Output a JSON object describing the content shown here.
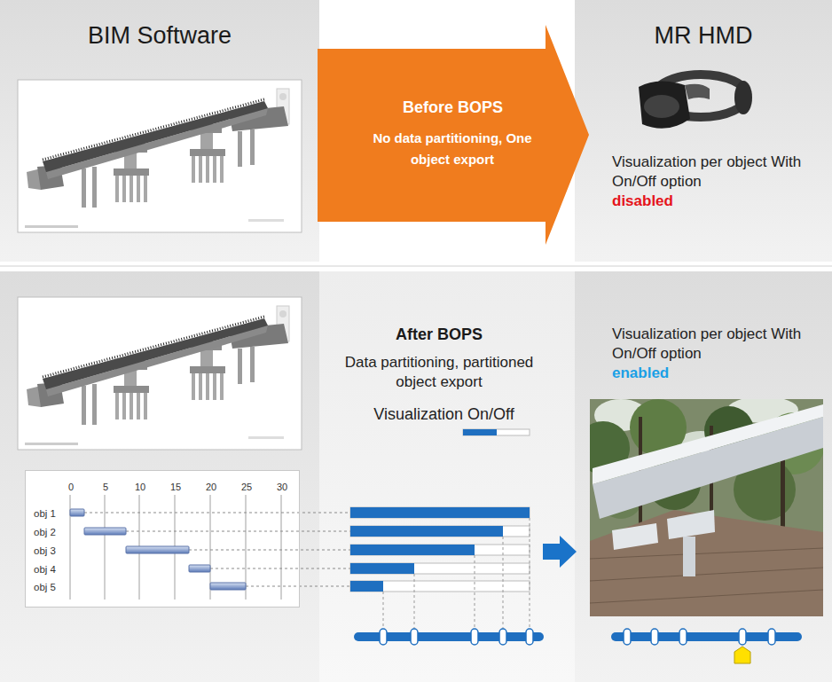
{
  "diagram": {
    "nodes": [
      {
        "text": [
          "BIM Software"
        ]
      },
      {
        "text": [
          "Before BOPS",
          "No data partitioning, One object export"
        ]
      },
      {
        "text": [
          "MR HMD",
          "Visualization per object With On/Off option",
          "disabled"
        ]
      },
      {
        "text": [
          "0",
          "5",
          "10",
          "15",
          "20",
          "25",
          "30",
          "obj 1",
          "obj 2",
          "obj 3",
          "obj 4",
          "obj 5"
        ]
      },
      {
        "text": [
          "Visualization per object With On/Off option",
          "enabled"
        ]
      }
    ],
    "labels": [
      "After BOPS",
      "Data partitioning, partitioned object export",
      "Visualization On/Off"
    ]
  }
}
